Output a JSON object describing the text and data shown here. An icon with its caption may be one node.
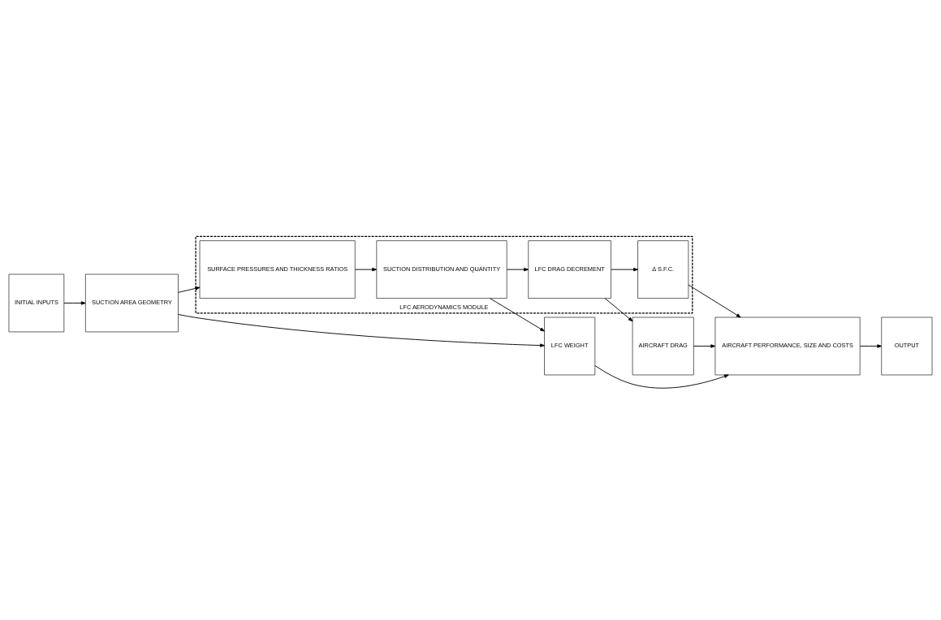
{
  "diagram": {
    "nodes": [
      {
        "text": [
          "INITIAL INPUTS"
        ]
      },
      {
        "text": [
          "SUCTION AREA GEOMETRY"
        ]
      },
      {
        "text": [
          "LFC WEIGHT"
        ]
      },
      {
        "text": [
          "AIRCRAFT DRAG"
        ]
      },
      {
        "text": [
          "AIRCRAFT PERFORMANCE, SIZE AND COSTS"
        ]
      },
      {
        "text": [
          "LFC AERODYNAMICS MODULE"
        ]
      },
      {
        "text": [
          "SURFACE PRESSURES AND THICKNESS RATIOS"
        ],
        "in": 5
      },
      {
        "text": [
          "SUCTION DISTRIBUTION AND QUANTITY"
        ],
        "in": 5
      },
      {
        "text": [
          "LFC DRAG DECREMENT"
        ],
        "in": 5
      },
      {
        "text": [
          "Δ S.F.C."
        ],
        "in": 5
      },
      {
        "text": [
          "OUTPUT"
        ]
      }
    ],
    "edges": [
      {
        "from": 0,
        "to": 1,
        "arrow": "to"
      },
      {
        "from": 1,
        "to": 2,
        "arrow": "to"
      },
      {
        "from": 7,
        "to": 2,
        "arrow": "to"
      },
      {
        "from": 2,
        "to": 4,
        "arrow": "to"
      },
      {
        "from": 3,
        "to": 4,
        "arrow": "to"
      },
      {
        "from": 9,
        "to": 4,
        "arrow": "to"
      },
      {
        "from": 1,
        "to": 6,
        "arrow": "to"
      },
      {
        "from": 6,
        "to": 7,
        "arrow": "to"
      },
      {
        "from": 7,
        "to": 8,
        "arrow": "to"
      },
      {
        "from": 8,
        "to": 9,
        "arrow": "to"
      },
      {
        "from": 8,
        "to": 3,
        "arrow": "to"
      },
      {
        "from": 4,
        "to": 10,
        "arrow": "to"
      }
    ]
  }
}
